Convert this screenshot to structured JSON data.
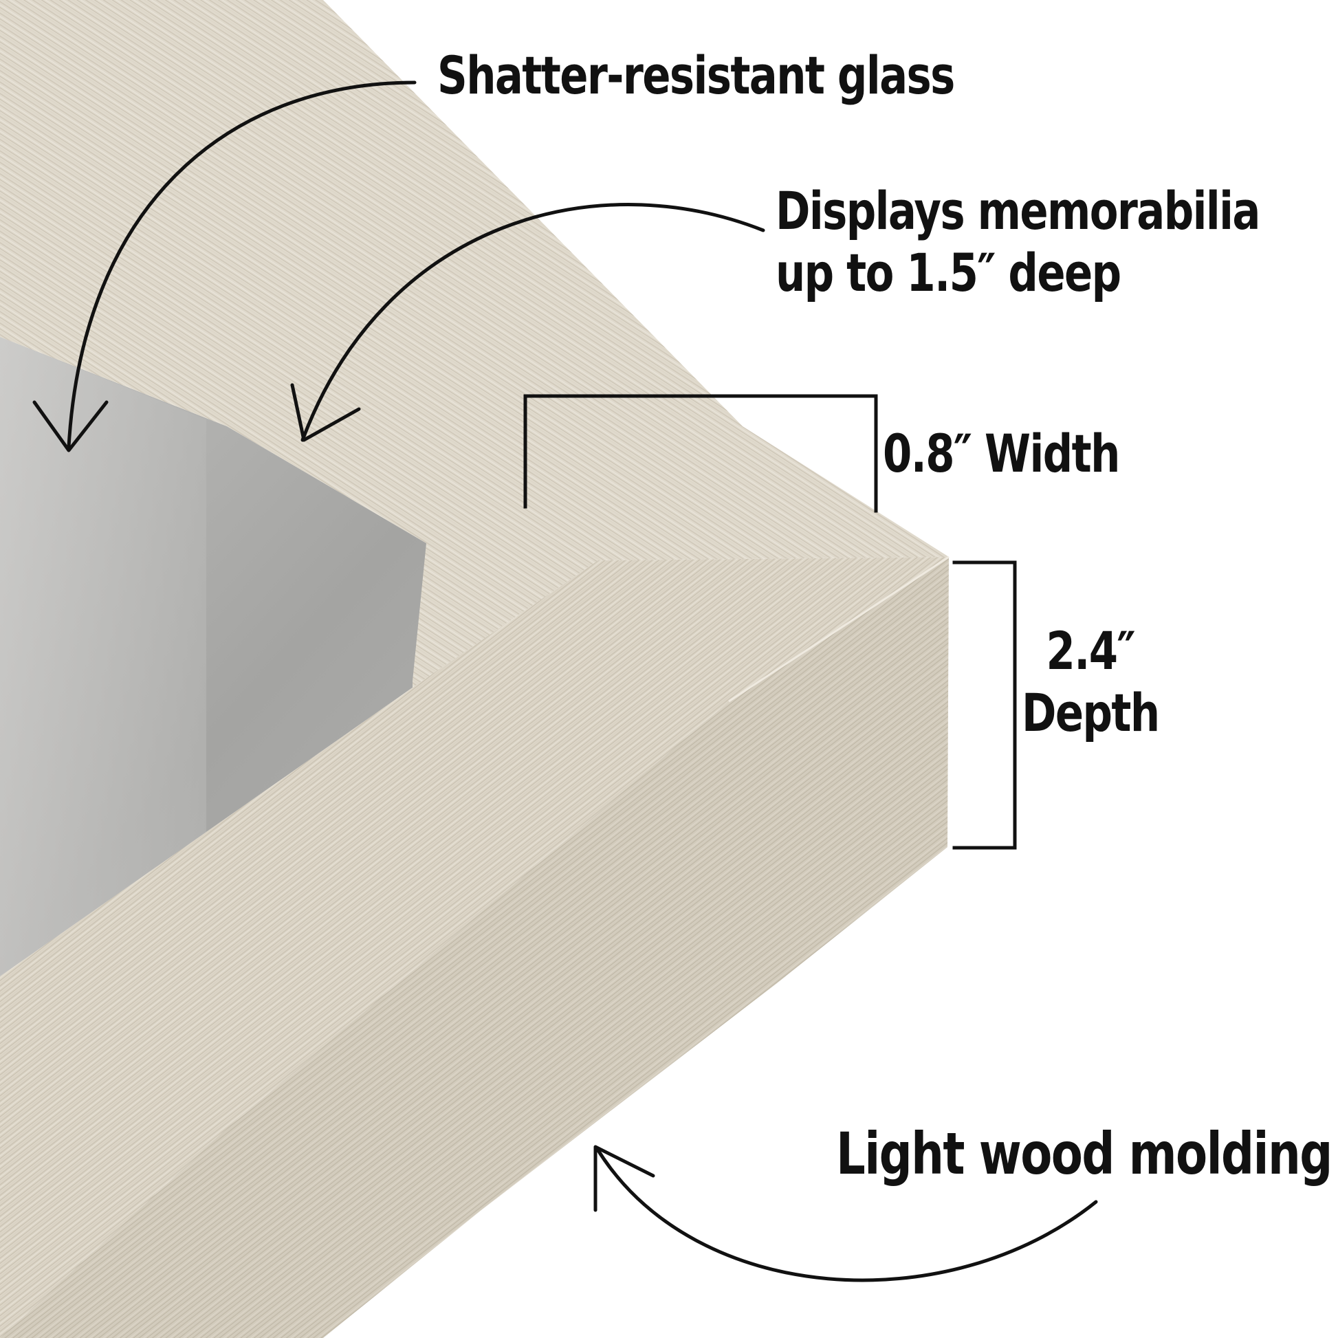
{
  "callouts": {
    "glass": "Shatter-resistant glass",
    "memorabilia_line1": "Displays memorabilia",
    "memorabilia_line2": "up to 1.5″ deep",
    "width": "0.8″ Width",
    "depth_value": "2.4″",
    "depth_label": "Depth",
    "molding": "Light wood molding"
  },
  "colors": {
    "frame_light": "#e3ddd0",
    "frame_mid": "#d4cdbf",
    "frame_shadow": "#c7bfb0",
    "backing_gray": "#a9a9a7",
    "annotation_ink": "#111111"
  }
}
